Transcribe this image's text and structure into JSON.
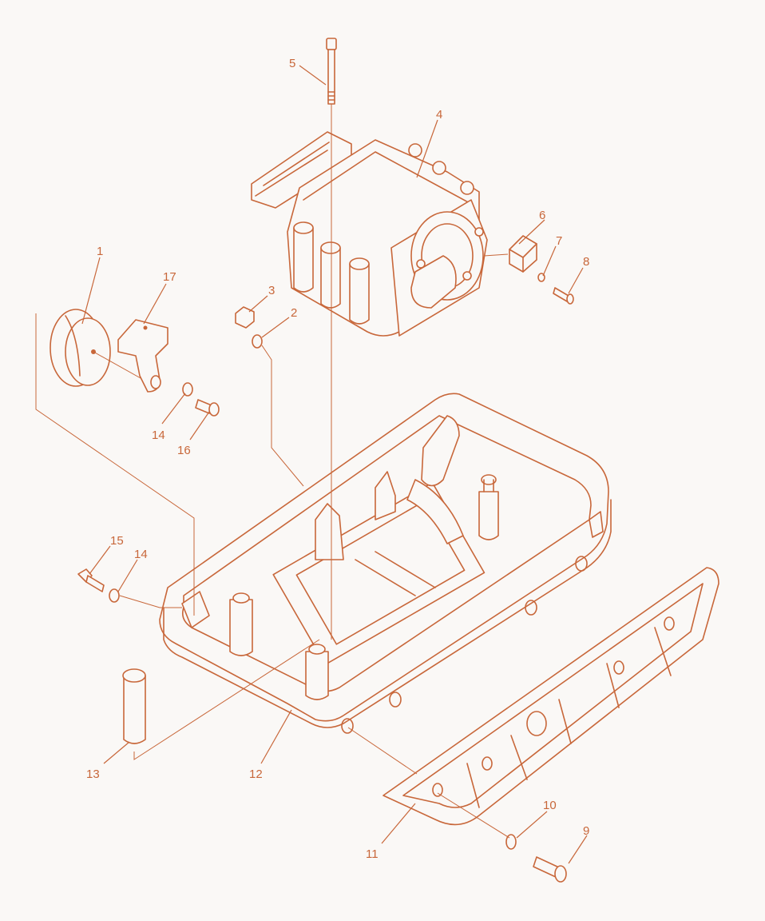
{
  "diagram": {
    "labels": [
      "1",
      "2",
      "3",
      "4",
      "5",
      "6",
      "7",
      "8",
      "9",
      "10",
      "11",
      "12",
      "13",
      "14",
      "14",
      "15",
      "16",
      "17"
    ],
    "line_color": "#c8673a",
    "background": "#faf8f6"
  }
}
